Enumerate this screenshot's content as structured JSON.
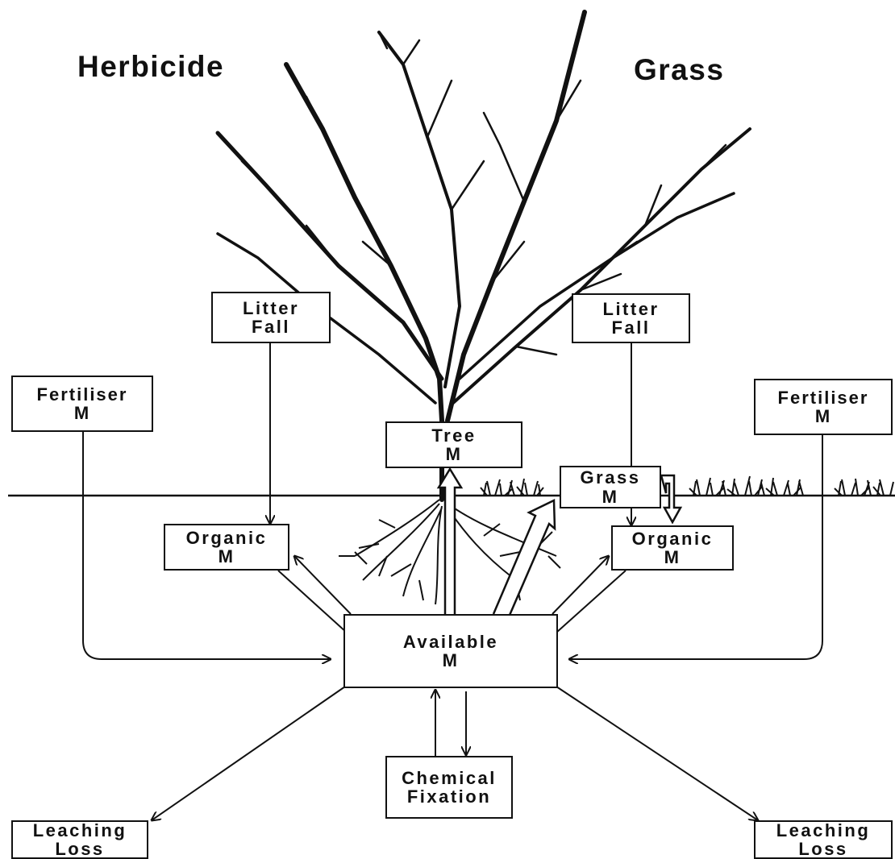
{
  "headings": {
    "left": "Herbicide",
    "right": "Grass"
  },
  "nodes": {
    "litter_fall_left": {
      "line1": "Litter",
      "line2": "Fall"
    },
    "litter_fall_right": {
      "line1": "Litter",
      "line2": "Fall"
    },
    "fertiliser_left": {
      "line1": "Fertiliser",
      "line2": "M"
    },
    "fertiliser_right": {
      "line1": "Fertiliser",
      "line2": "M"
    },
    "tree": {
      "line1": "Tree",
      "line2": "M"
    },
    "grass": {
      "line1": "Grass",
      "line2": "M"
    },
    "organic_left": {
      "line1": "Organic",
      "line2": "M"
    },
    "organic_right": {
      "line1": "Organic",
      "line2": "M"
    },
    "available": {
      "line1": "Available",
      "line2": "M"
    },
    "chemical_fixation": {
      "line1": "Chemical",
      "line2": "Fixation"
    },
    "leaching_left": {
      "line1": "Leaching",
      "line2": "Loss"
    },
    "leaching_right": {
      "line1": "Leaching",
      "line2": "Loss"
    }
  },
  "colors": {
    "ink": "#111111",
    "background": "#ffffff"
  }
}
